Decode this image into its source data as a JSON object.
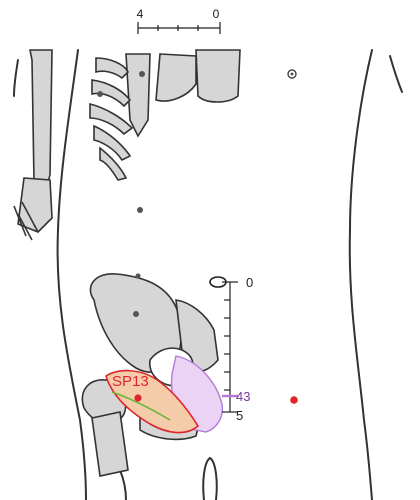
{
  "top_scale": {
    "left_label": "4",
    "right_label": "0"
  },
  "vertical_scale": {
    "top_label": "0",
    "mark_label": "43",
    "bottom_label": "5"
  },
  "point": {
    "label": "SP13"
  },
  "colors": {
    "accent": "#e0242c",
    "bone_fill": "#d6d6d6",
    "outline": "#333333",
    "purple": "#b57ad6",
    "green": "#6fb43a",
    "highlight_fill": "#f5ccaa"
  },
  "icons": [
    "navel-marker-icon",
    "acupoint-dot-icon"
  ]
}
